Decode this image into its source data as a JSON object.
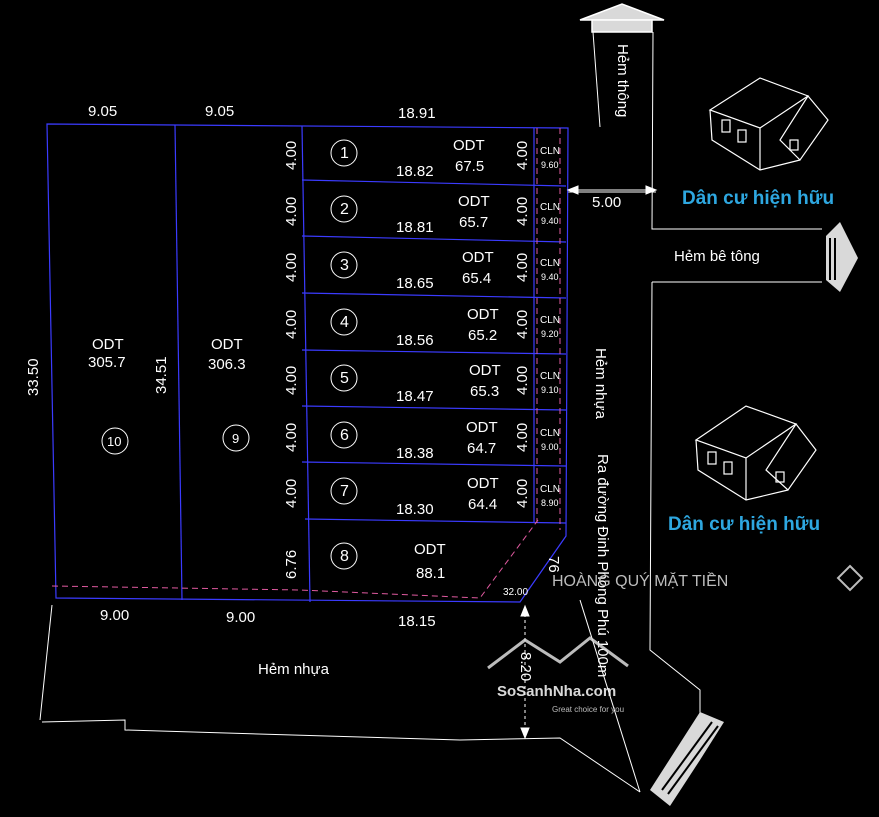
{
  "streets": {
    "hem_thong": "Hẻm thông",
    "hem_be_tong": "Hẻm bê tông",
    "hem_nhua_right": "Hẻm nhựa",
    "ra_duong": "Ra đường Đinh Phong Phú 100m",
    "hem_nhua_bottom": "Hẻm nhựa",
    "road_width": "5.00",
    "road_width_vertical": "8.20"
  },
  "neighbors": {
    "top_label": "Dân cư hiện hữu",
    "bottom_label": "Dân cư hiện hữu"
  },
  "dimensions": {
    "top_left_a": "9.05",
    "top_left_b": "9.05",
    "top_right": "18.91",
    "bottom_left_a": "9.00",
    "bottom_left_b": "9.00",
    "bottom_right": "18.15",
    "left_side": "33.50",
    "middle_side": "34.51",
    "corner_bottom": "32.00",
    "corner_side": "76"
  },
  "lots": [
    {
      "no": "1",
      "type": "ODT",
      "area": "67.5",
      "depth": "18.82",
      "width": "4.00",
      "cln": "CLN",
      "cln_area": "9.60"
    },
    {
      "no": "2",
      "type": "ODT",
      "area": "65.7",
      "depth": "18.81",
      "width": "4.00",
      "cln": "CLN",
      "cln_area": "9.40"
    },
    {
      "no": "3",
      "type": "ODT",
      "area": "65.4",
      "depth": "18.65",
      "width": "4.00",
      "cln": "CLN",
      "cln_area": "9.40"
    },
    {
      "no": "4",
      "type": "ODT",
      "area": "65.2",
      "depth": "18.56",
      "width": "4.00",
      "cln": "CLN",
      "cln_area": "9.20"
    },
    {
      "no": "5",
      "type": "ODT",
      "area": "65.3",
      "depth": "18.47",
      "width": "4.00",
      "cln": "CLN",
      "cln_area": "9.10"
    },
    {
      "no": "6",
      "type": "ODT",
      "area": "64.7",
      "depth": "18.38",
      "width": "4.00",
      "cln": "CLN",
      "cln_area": "9.00"
    },
    {
      "no": "7",
      "type": "ODT",
      "area": "64.4",
      "depth": "18.30",
      "width": "4.00",
      "cln": "CLN",
      "cln_area": "8.90"
    },
    {
      "no": "8",
      "type": "ODT",
      "area": "88.1",
      "depth": "",
      "width": "6.76",
      "cln": "",
      "cln_area": ""
    }
  ],
  "big_lots": [
    {
      "no": "10",
      "type": "ODT",
      "area": "305.7"
    },
    {
      "no": "9",
      "type": "ODT",
      "area": "306.3"
    }
  ],
  "watermarks": {
    "agent": "HOÀNG QUÝ MẶT TIỀN",
    "site_brand": "SoSanhNha.com",
    "site_slogan": "Great choice for you"
  }
}
